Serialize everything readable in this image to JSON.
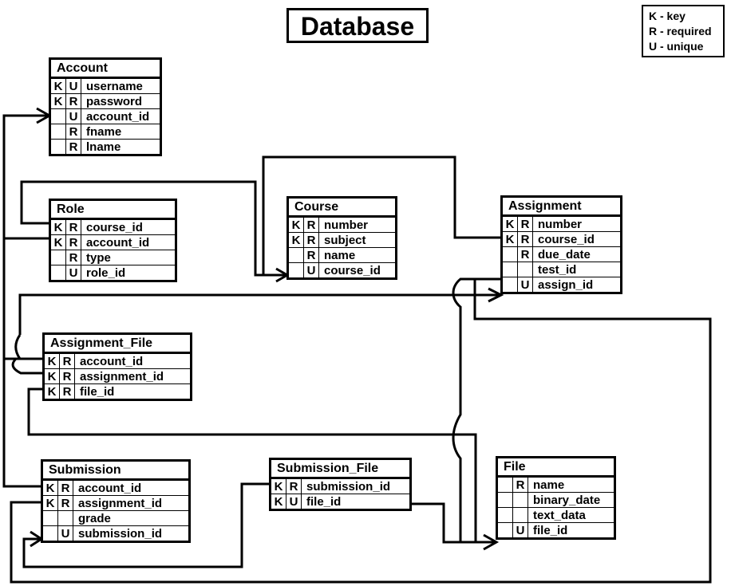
{
  "title": "Database",
  "legend": [
    "K - key",
    "R - required",
    "U - unique"
  ],
  "entities": {
    "account": {
      "name": "Account",
      "rows": [
        {
          "k": "K",
          "r": "U",
          "f": "username"
        },
        {
          "k": "K",
          "r": "R",
          "f": "password"
        },
        {
          "k": "",
          "r": "U",
          "f": "account_id"
        },
        {
          "k": "",
          "r": "R",
          "f": "fname"
        },
        {
          "k": "",
          "r": "R",
          "f": "lname"
        }
      ]
    },
    "role": {
      "name": "Role",
      "rows": [
        {
          "k": "K",
          "r": "R",
          "f": "course_id"
        },
        {
          "k": "K",
          "r": "R",
          "f": "account_id"
        },
        {
          "k": "",
          "r": "R",
          "f": "type"
        },
        {
          "k": "",
          "r": "U",
          "f": "role_id"
        }
      ]
    },
    "course": {
      "name": "Course",
      "rows": [
        {
          "k": "K",
          "r": "R",
          "f": "number"
        },
        {
          "k": "K",
          "r": "R",
          "f": "subject"
        },
        {
          "k": "",
          "r": "R",
          "f": "name"
        },
        {
          "k": "",
          "r": "U",
          "f": "course_id"
        }
      ]
    },
    "assignment": {
      "name": "Assignment",
      "rows": [
        {
          "k": "K",
          "r": "R",
          "f": "number"
        },
        {
          "k": "K",
          "r": "R",
          "f": "course_id"
        },
        {
          "k": "",
          "r": "R",
          "f": "due_date"
        },
        {
          "k": "",
          "r": "",
          "f": "test_id"
        },
        {
          "k": "",
          "r": "U",
          "f": "assign_id"
        }
      ]
    },
    "assignment_file": {
      "name": "Assignment_File",
      "rows": [
        {
          "k": "K",
          "r": "R",
          "f": "account_id"
        },
        {
          "k": "K",
          "r": "R",
          "f": "assignment_id"
        },
        {
          "k": "K",
          "r": "R",
          "f": "file_id"
        }
      ]
    },
    "submission": {
      "name": "Submission",
      "rows": [
        {
          "k": "K",
          "r": "R",
          "f": "account_id"
        },
        {
          "k": "K",
          "r": "R",
          "f": "assignment_id"
        },
        {
          "k": "",
          "r": "",
          "f": "grade"
        },
        {
          "k": "",
          "r": "U",
          "f": "submission_id"
        }
      ]
    },
    "submission_file": {
      "name": "Submission_File",
      "rows": [
        {
          "k": "K",
          "r": "R",
          "f": "submission_id"
        },
        {
          "k": "K",
          "r": "U",
          "f": "file_id"
        }
      ]
    },
    "file": {
      "name": "File",
      "rows": [
        {
          "k": "",
          "r": "R",
          "f": "name"
        },
        {
          "k": "",
          "r": "",
          "f": "binary_date"
        },
        {
          "k": "",
          "r": "",
          "f": "text_data"
        },
        {
          "k": "",
          "r": "U",
          "f": "file_id"
        }
      ]
    }
  }
}
